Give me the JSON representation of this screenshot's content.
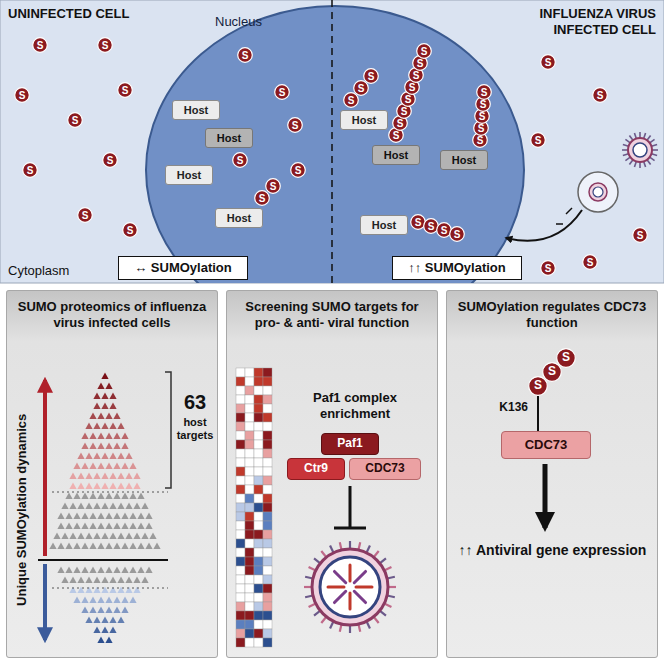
{
  "diagram": {
    "nodes": [
      {
        "text": [
          "Nucleus"
        ]
      },
      {
        "text": [
          "Host"
        ],
        "in": 0
      },
      {
        "text": [
          "Host"
        ],
        "in": 0
      },
      {
        "text": [
          "Host"
        ],
        "in": 0
      },
      {
        "text": [
          "Host"
        ],
        "in": 0
      },
      {
        "text": [
          "S"
        ],
        "in": 0
      },
      {
        "text": [
          "S"
        ],
        "in": 0
      },
      {
        "text": [
          "S"
        ],
        "in": 0
      },
      {
        "text": [
          "S"
        ],
        "in": 0
      },
      {
        "text": [
          "S"
        ],
        "in": 0
      },
      {
        "text": [
          "S"
        ],
        "in": 0
      },
      {
        "text": [
          "S"
        ],
        "in": 0
      },
      {
        "text": [
          "Host"
        ],
        "in": 0
      },
      {
        "text": [
          "Host"
        ],
        "in": 0
      },
      {
        "text": [
          "Host"
        ],
        "in": 0
      },
      {
        "text": [
          "Host"
        ],
        "in": 0
      },
      {
        "text": [
          "S"
        ],
        "in": 0
      },
      {
        "text": [
          "S"
        ],
        "in": 0
      },
      {
        "text": [
          "S"
        ],
        "in": 0
      },
      {
        "text": [
          "S"
        ],
        "in": 0
      },
      {
        "text": [
          "S"
        ],
        "in": 0
      },
      {
        "text": [
          "S"
        ],
        "in": 0
      },
      {
        "text": [
          "S"
        ],
        "in": 0
      },
      {
        "text": [
          "S"
        ],
        "in": 0
      },
      {
        "text": [
          "S"
        ],
        "in": 0
      },
      {
        "text": [
          "S"
        ],
        "in": 0
      },
      {
        "text": [
          "S"
        ],
        "in": 0
      },
      {
        "text": [
          "S"
        ],
        "in": 0
      },
      {
        "text": [
          "S"
        ],
        "in": 0
      },
      {
        "text": [
          "S"
        ],
        "in": 0
      },
      {
        "text": [
          "S"
        ],
        "in": 0
      },
      {
        "text": [
          "S"
        ],
        "in": 0
      },
      {
        "text": [
          "S"
        ],
        "in": 0
      },
      {
        "text": [
          "S"
        ],
        "in": 0
      },
      {
        "text": [
          "S"
        ],
        "in": 0
      },
      {
        "text": [
          "S"
        ],
        "in": 0
      },
      {
        "text": [
          "S"
        ]
      },
      {
        "text": [
          "S"
        ]
      },
      {
        "text": [
          "S"
        ]
      },
      {
        "text": [
          "S"
        ]
      },
      {
        "text": [
          "S"
        ]
      },
      {
        "text": [
          "S"
        ]
      },
      {
        "text": [
          "S"
        ]
      },
      {
        "text": [
          "S"
        ]
      },
      {
        "text": [
          "S"
        ]
      },
      {
        "text": [
          "S"
        ]
      },
      {
        "text": [
          "S"
        ]
      },
      {
        "text": [
          "S"
        ]
      },
      {
        "text": [
          "S"
        ]
      },
      {
        "text": [
          "S"
        ]
      },
      {
        "text": [
          "S"
        ]
      },
      {
        "text": [
          "↔ SUMOylation"
        ]
      },
      {
        "text": [
          "↑↑ SUMOylation"
        ]
      },
      {
        "text": [
          "SUMO proteomics of influenza virus infected cells"
        ]
      },
      {
        "text": [
          "Screening SUMO targets for pro- & anti- viral function"
        ]
      },
      {
        "text": [
          "Paf1"
        ],
        "in": 54
      },
      {
        "text": [
          "Ctr9"
        ],
        "in": 54
      },
      {
        "text": [
          "CDC73"
        ],
        "in": 54
      },
      {
        "text": [
          "SUMOylation regulates CDC73 function"
        ]
      },
      {
        "text": [
          "S"
        ],
        "in": 58
      },
      {
        "text": [
          "S"
        ],
        "in": 58
      },
      {
        "text": [
          "S"
        ],
        "in": 58
      },
      {
        "text": [
          "CDC73"
        ],
        "in": 58
      }
    ],
    "edges": [
      {
        "from": 61,
        "to": 62,
        "arrow": "none"
      }
    ],
    "labels": [
      "UNINFECTED CELL",
      "INFLUENZA VIRUS INFECTED CELL",
      "Cytoplasm",
      "Unique SUMOylation dynamics",
      "63",
      "host targets",
      "Paf1 complex enrichment",
      "K136",
      "↑↑ Antiviral gene expression"
    ]
  }
}
